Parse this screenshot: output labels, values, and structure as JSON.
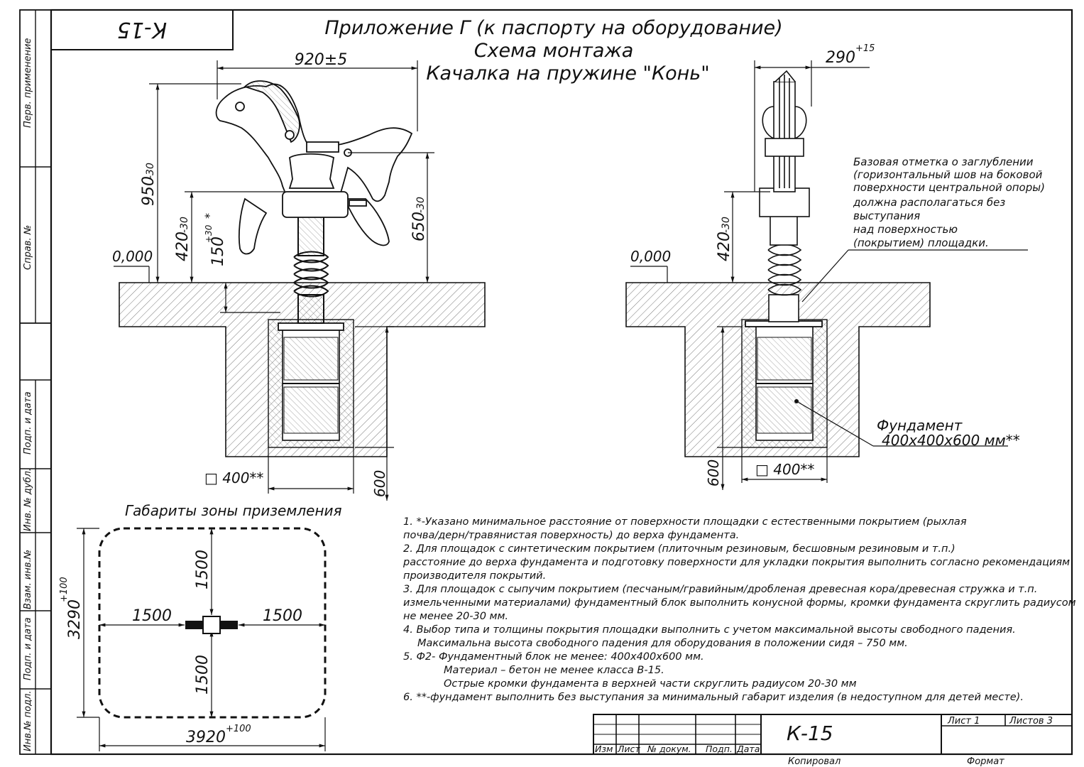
{
  "header": {
    "code_box": "К-15",
    "title_line1": "Приложение Г (к паспорту на оборудование)",
    "title_line2": "Схема монтажа",
    "title_line3": "Качалка на пружине \"Конь\""
  },
  "side_strip": {
    "perv_primenenie": "Перв. применение",
    "sprav_no": "Справ. №",
    "podp_i_data_1": "Подп. и дата",
    "inv_no_dubl": "Инв. № дубл.",
    "vzam_inv_no": "Взам. инв.№",
    "podp_i_data_2": "Подп. и дата",
    "inv_no_podl": "Инв.№ подл."
  },
  "front_view": {
    "width_dim": "920±5",
    "height_total": "950",
    "height_total_tol": "-30",
    "height_seat": "650",
    "height_seat_tol": "-30",
    "height_spring": "420",
    "height_spring_tol": "-30",
    "depth_min": "150",
    "depth_min_tol": "+30",
    "depth_min_star": "*",
    "level": "0,000",
    "base_size": "□ 400**",
    "depth_600": "600"
  },
  "side_view": {
    "width_dim": "290",
    "width_tol": "+15",
    "height_spring": "420",
    "height_spring_tol": "-30",
    "level": "0,000",
    "note_lines": [
      "Базовая отметка о заглублении",
      "(горизонтальный шов на боковой",
      "поверхности центральной опоры)",
      "должна располагаться без",
      "выступания",
      "над поверхностью",
      "(покрытием) площадки."
    ],
    "foundation_label1": "Фундамент",
    "foundation_label2": "400х400х600 мм**",
    "base_size": "□ 400**",
    "depth_600": "600"
  },
  "fall_zone": {
    "title": "Габариты зоны приземления",
    "top": "1500",
    "bottom": "1500",
    "left": "1500",
    "right": "1500",
    "height": "3290",
    "height_tol": "+100",
    "width": "3920",
    "width_tol": "+100"
  },
  "notes": [
    "1. *-Указано минимальное расстояние от поверхности площадки с естественными покрытием (рыхлая",
    "почва/дерн/травянистая поверхность) до верха фундамента.",
    "2. Для площадок с синтетическим покрытием (плиточным резиновым, бесшовным резиновым и т.п.)",
    "расстояние до верха фундамента и подготовку поверхности для укладки покрытия выполнить согласно рекомендациям",
    "производителя покрытий.",
    "3. Для площадок с сыпучим покрытием (песчаным/гравийным/дробленая древесная кора/древесная стружка и т.п.",
    "измельченными материалами) фундаментный блок выполнить конусной формы, кромки фундамента скруглить радиусом",
    "не менее 20-30 мм.",
    "4. Выбор типа и толщины покрытия площадки выполнить с учетом максимальной высоты свободного падения.",
    "   Максимальна высота свободного падения для оборудования в положении сидя – 750 мм.",
    "5. Ф2- Фундаментный блок не менее: 400х400х600 мм.",
    "        Материал – бетон не менее класса В-15.",
    "        Острые кромки фундамента в верхней части скруглить радиусом 20-30 мм",
    "6. **-фундамент выполнить без выступания за минимальный габарит изделия (в недоступном для детей месте)."
  ],
  "title_block": {
    "code": "К-15",
    "izm": "Изм",
    "list": "Лист",
    "n_dokum": "№ докум.",
    "podp": "Подп.",
    "data": "Дата",
    "sheet": "Лист 1",
    "sheets": "Листов 3",
    "copied": "Копировал",
    "format": "Формат"
  }
}
